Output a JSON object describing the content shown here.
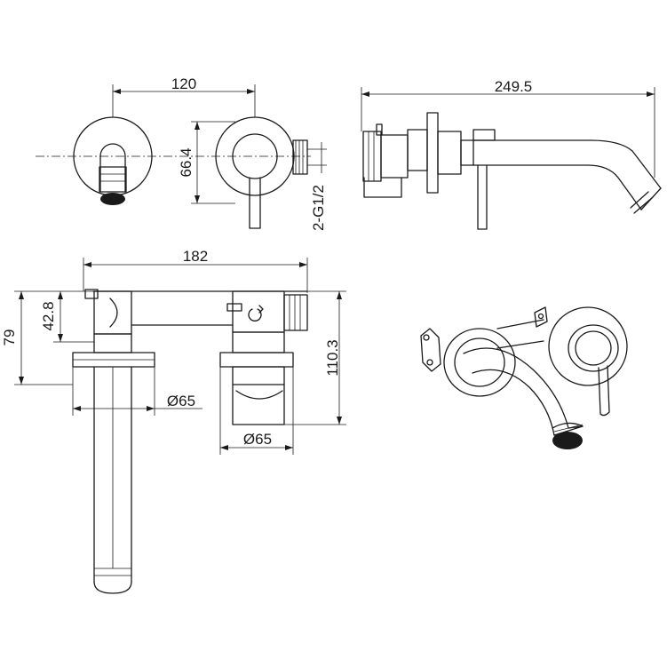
{
  "labels": {
    "width_120": "120",
    "height_66_4": "66.4",
    "thread_2_g1_2": "2-G1/2",
    "length_249_5": "249.5",
    "width_182": "182",
    "height_42_8": "42.8",
    "height_79": "79",
    "height_110_3": "110.3",
    "diameter_left_65": "Ø65",
    "diameter_right_65": "Ø65"
  }
}
